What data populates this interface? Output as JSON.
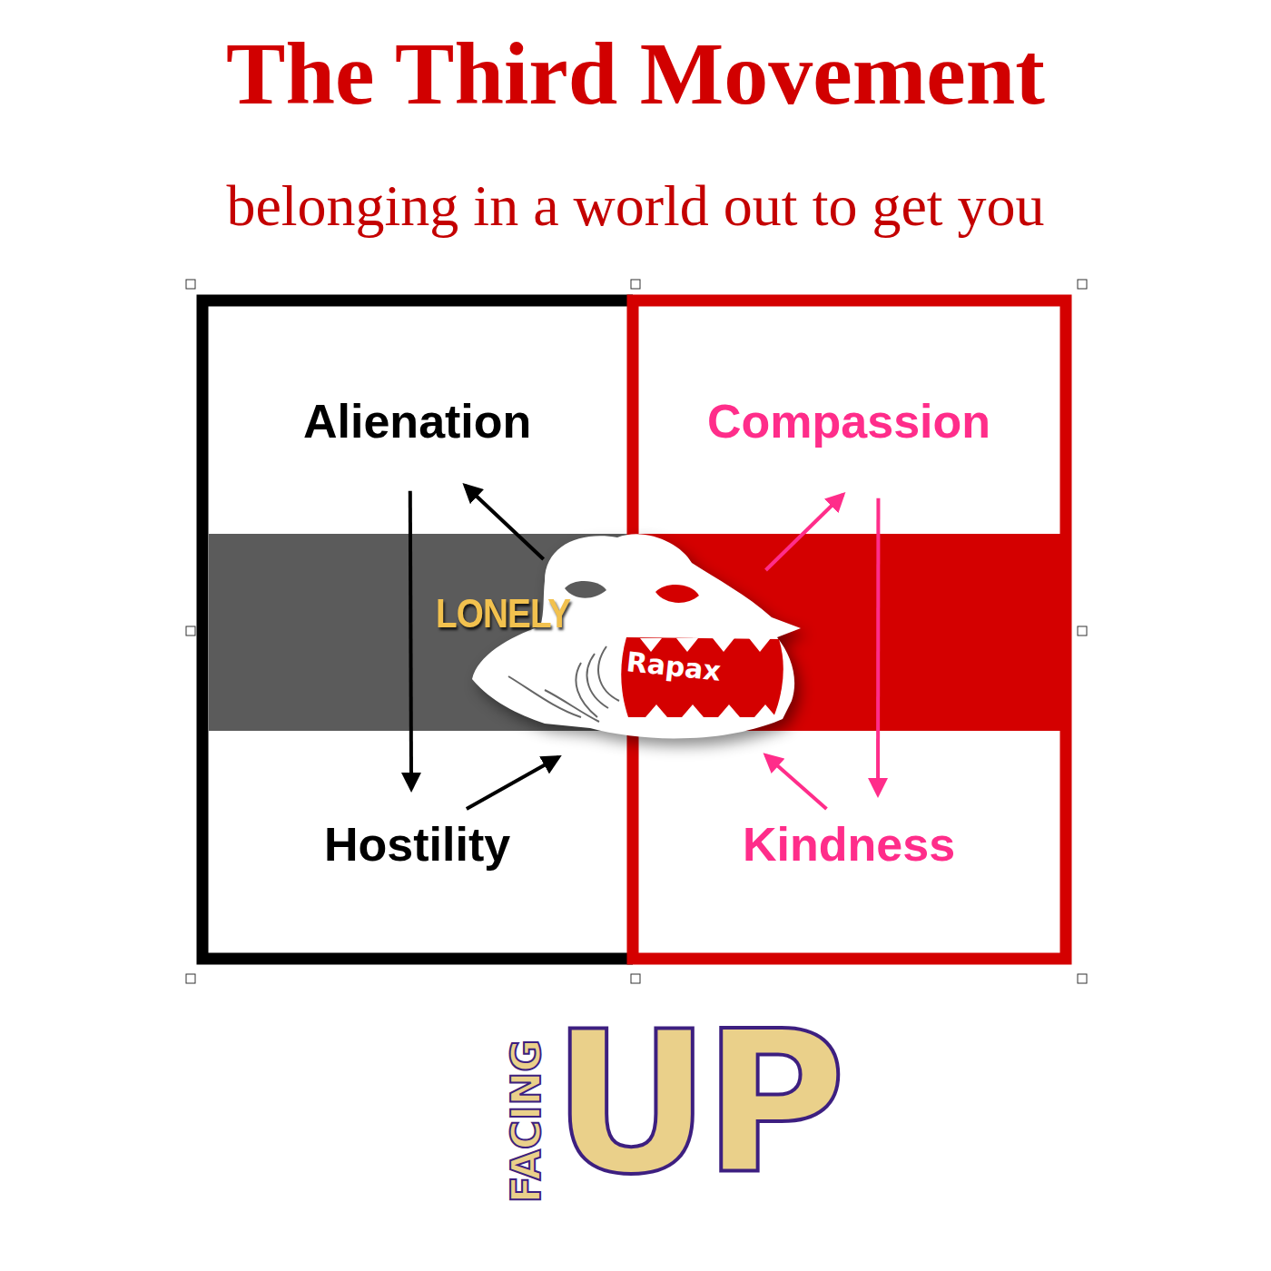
{
  "diagram": {
    "title": "The Third Movement",
    "caption": "belonging in a world out to get you",
    "nodes": [
      {
        "text": [
          "Alienation"
        ]
      },
      {
        "text": [
          "Hostility"
        ]
      },
      {
        "text": [
          "Compassion"
        ]
      },
      {
        "text": [
          "Kindness"
        ]
      },
      {
        "text": [
          "LONELY",
          "Rapax"
        ]
      }
    ],
    "edges": [
      {
        "from": 0,
        "to": 1,
        "arrow": "to"
      },
      {
        "from": 1,
        "to": 4,
        "arrow": "to"
      },
      {
        "from": 4,
        "to": 0,
        "arrow": "to"
      },
      {
        "from": 4,
        "to": 2,
        "arrow": "to"
      },
      {
        "from": 2,
        "to": 3,
        "arrow": "to"
      },
      {
        "from": 3,
        "to": 4,
        "arrow": "to"
      }
    ],
    "labels": [
      "FACING",
      "UP"
    ]
  }
}
